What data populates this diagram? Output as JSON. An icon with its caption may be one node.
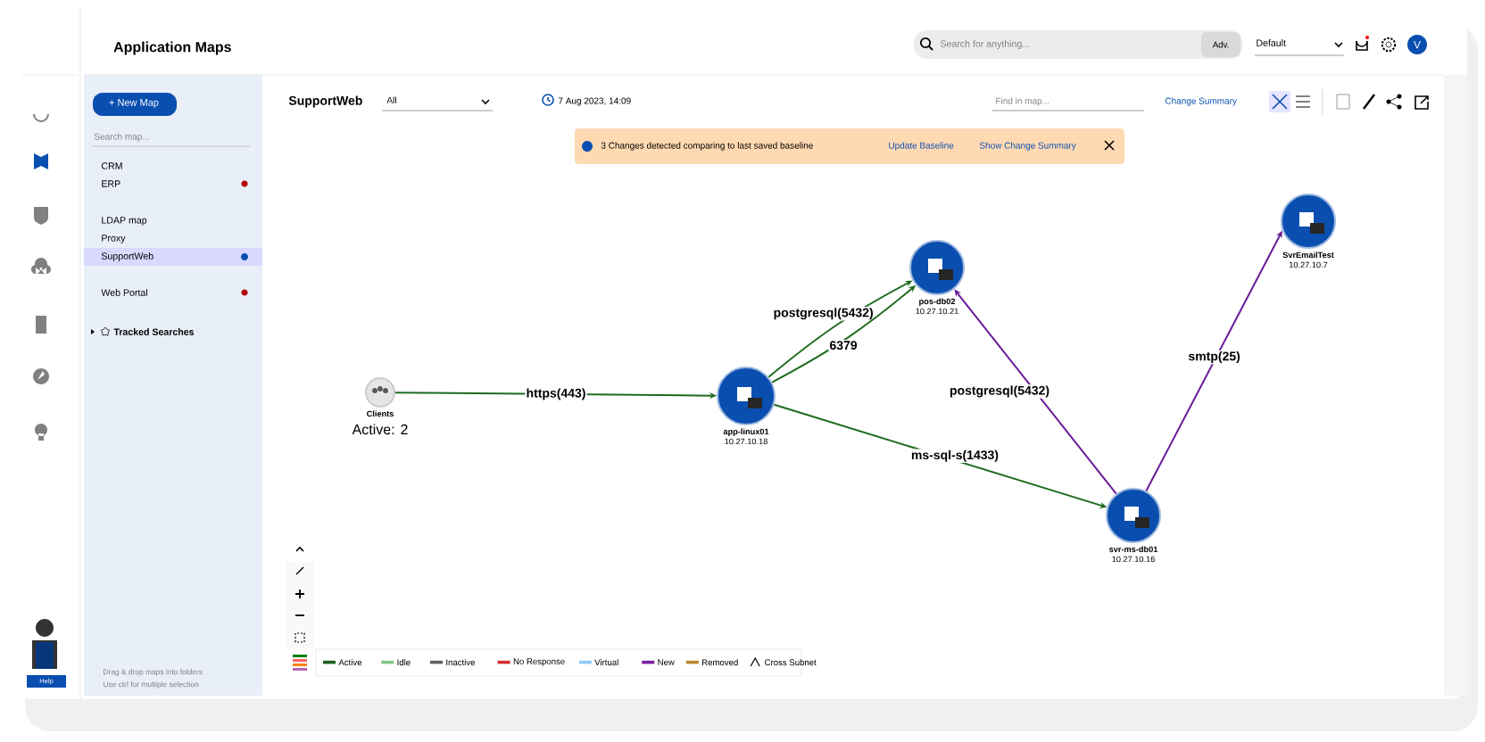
{
  "diagram": {
    "title": "Application Maps",
    "nodes": [
      {
        "text": [
          "Clients"
        ],
        "beside": [
          "Active: 2"
        ]
      },
      {
        "text": [
          "app-linux01",
          "10.27.10.18"
        ]
      },
      {
        "text": [
          "pos-db02",
          "10.27.10.21"
        ]
      },
      {
        "text": [
          "SvrEmailTest",
          "10.27.10.7"
        ]
      },
      {
        "text": [
          "svr-ms-db01",
          "10.27.10.16"
        ]
      }
    ],
    "edges": [
      {
        "from": 0,
        "to": 1,
        "arrow": "to",
        "label": "https(443)"
      },
      {
        "from": 1,
        "to": 2,
        "arrow": "to",
        "label": "postgresql(5432)"
      },
      {
        "from": 1,
        "to": 2,
        "arrow": "to",
        "label": "6379"
      },
      {
        "from": 1,
        "to": 4,
        "arrow": "to",
        "label": "ms-sql-s(1433)"
      },
      {
        "from": 4,
        "to": 2,
        "arrow": "to",
        "label": "postgresql(5432)",
        "color": "#6a1b9a"
      },
      {
        "from": 4,
        "to": 3,
        "arrow": "to",
        "label": "smtp(25)",
        "color": "#6a1b9a"
      }
    ],
    "labels": [
      "+ New Map",
      "Search map...",
      "CRM",
      "ERP",
      "LDAP map",
      "Proxy",
      "SupportWeb",
      "Web Portal",
      "Tracked Searches",
      "Drag & drop maps into folders",
      "Use ctrl for multiple selection",
      "Help",
      "Search for anything...",
      "Adv.",
      "Default",
      "V",
      "SupportWeb",
      "All",
      "7 Aug 2023, 14:09",
      "Find in map...",
      "Change Summary",
      "3 Changes detected comparing to last saved baseline",
      "Update Baseline",
      "Show Change Summary"
    ],
    "legend": [
      {
        "text": "Active",
        "color": "#1b5e20"
      },
      {
        "text": "Idle",
        "color": "#81c784"
      },
      {
        "text": "Inactive",
        "color": "#616161"
      },
      {
        "text": "No Response",
        "color": "#d32f2f"
      },
      {
        "text": "Virtual",
        "color": "#90caf9"
      },
      {
        "text": "New",
        "color": "#7b1fa2"
      },
      {
        "text": "Removed",
        "color": "#b8862b"
      },
      {
        "text": "Cross Subnet"
      }
    ]
  }
}
